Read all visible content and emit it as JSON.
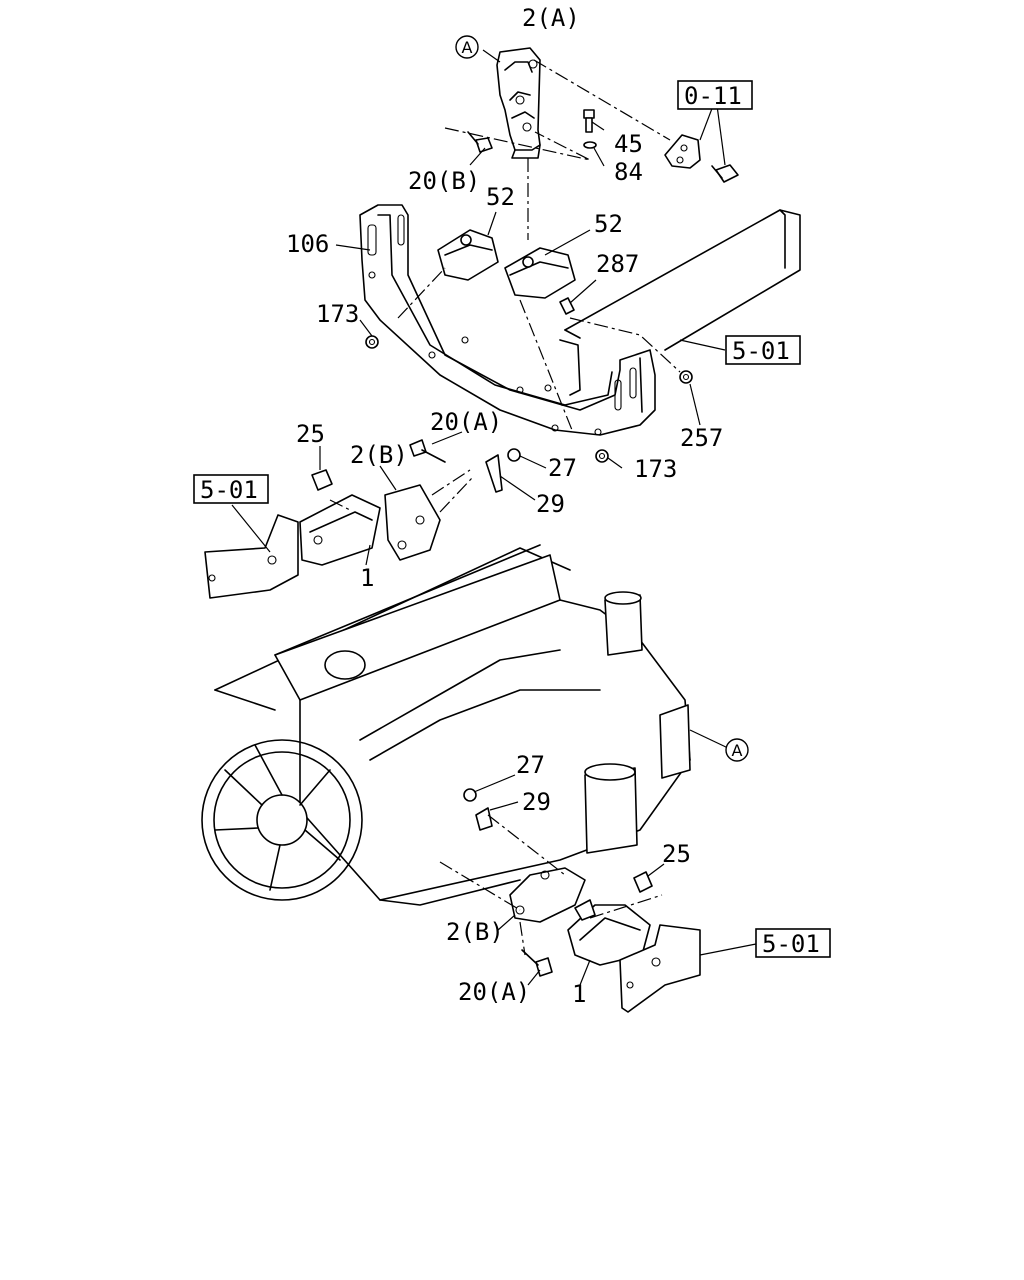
{
  "labels": {
    "upper_bracket": "2(A)",
    "bolt_45": "45",
    "washer_84": "84",
    "bolt_20b": "20(B)",
    "mount_52_left": "52",
    "mount_52_right": "52",
    "crossmember_106": "106",
    "bolt_287": "287",
    "nut_173_left": "173",
    "nut_173_right": "173",
    "nut_257": "257",
    "bolt_20a_top": "20(A)",
    "bolt_25_top": "25",
    "bracket_2b_top": "2(B)",
    "nut_27_top": "27",
    "clip_29_top": "29",
    "mount_1_top": "1",
    "nut_27_bottom": "27",
    "clip_29_bottom": "29",
    "bolt_25_bottom": "25",
    "bracket_2b_bottom": "2(B)",
    "bolt_20a_bottom": "20(A)",
    "mount_1_bottom": "1"
  },
  "references": {
    "ref_0_11": "0-11",
    "ref_5_01_frame": "5-01",
    "ref_5_01_left": "5-01",
    "ref_5_01_right": "5-01"
  },
  "callouts": {
    "circle_a_top": "A",
    "circle_a_engine": "A"
  },
  "icons": {
    "engine": "engine-illustration-icon",
    "crossmember": "crossmember-icon",
    "fan": "cooling-fan-icon",
    "mount": "rubber-mount-icon"
  }
}
